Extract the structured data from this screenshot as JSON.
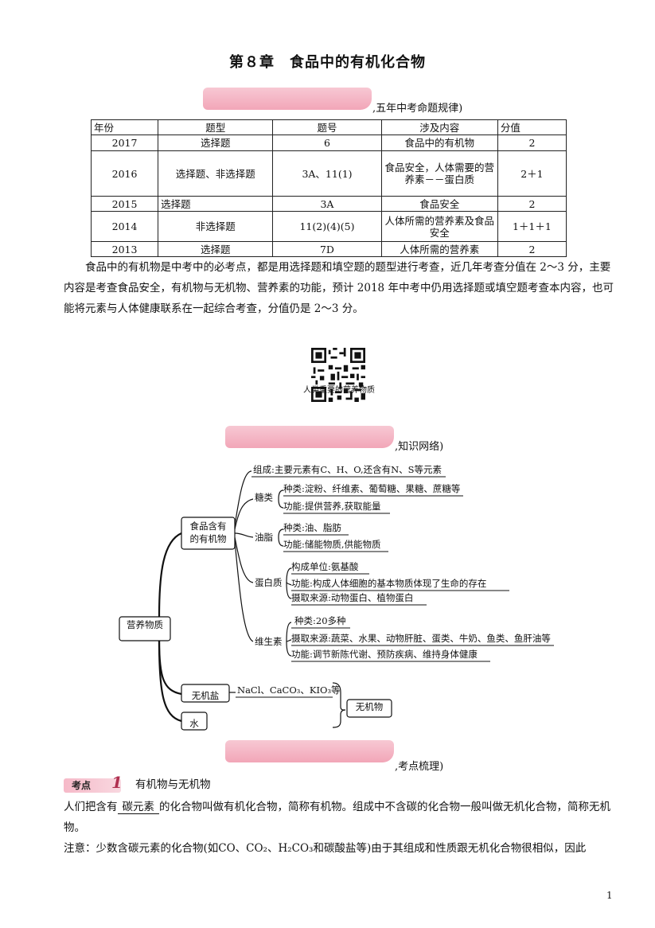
{
  "page": {
    "title": "第８章　食品中的有机化合物",
    "sections": {
      "rules": ",五年中考命题规律)",
      "network": ",知识网络)",
      "points": ",考点梳理)"
    },
    "table": {
      "headers": [
        "年份",
        "题型",
        "题号",
        "涉及内容",
        "分值"
      ],
      "rows": [
        [
          "2017",
          "选择题",
          "6",
          "食品中的有机物",
          "2"
        ],
        [
          "2016",
          "选择题、非选择题",
          "3A、11(1)",
          "食品安全，人体需要的营养素－－蛋白质",
          "2＋1"
        ],
        [
          "2015",
          "选择题",
          "3A",
          "食品安全",
          "2"
        ],
        [
          "2014",
          "非选择题",
          "11(2)(4)(5)",
          "人体所需的营养素及食品安全",
          "1＋1＋1"
        ],
        [
          "2013",
          "选择题",
          "7D",
          "人体所需的营养素",
          "2"
        ]
      ]
    },
    "intro": "食品中的有机物是中考中的必考点，都是用选择题和填空题的题型进行考查，近几年考查分值在 2～3 分，主要内容是考查食品安全，有机物与无机物、营养素的功能，预计 2018 年中考中仍用选择题或填空题考查本内容，也可能将元素与人体健康联系在一起综合考查，分值仍是 2～3 分。",
    "qr_caption": "人类重要的营养物质",
    "mindmap": {
      "root": "营养物质",
      "organic_line1": "食品含有",
      "organic_line2": "的有机物",
      "composition": "组成:主要元素有C、H、O,还含有N、S等元素",
      "sugar": "糖类",
      "sugar_kind": "种类:淀粉、纤维素、葡萄糖、果糖、蔗糖等",
      "sugar_func": "功能:提供营养,获取能量",
      "fat": "油脂",
      "fat_kind": "种类:油、脂肪",
      "fat_func": "功能:储能物质,供能物质",
      "protein": "蛋白质",
      "protein_unit": "构成单位:氨基酸",
      "protein_func": "功能:构成人体细胞的基本物质体现了生命的存在",
      "protein_src": "摄取来源:动物蛋白、植物蛋白",
      "vitamin": "维生素",
      "vitamin_kind": "种类:20多种",
      "vitamin_src": "摄取来源:蔬菜、水果、动物肝脏、蛋类、牛奶、鱼类、鱼肝油等",
      "vitamin_func": "功能:调节新陈代谢、预防疾病、维持身体健康",
      "salt": "无机盐",
      "salt_examples": "NaCl、CaCO₃、KIO₃等",
      "water": "水",
      "inorganic": "无机物"
    },
    "kaodian": {
      "badge": "考点",
      "number": "1",
      "title": "有机物与无机物",
      "p1_before": "人们把含有",
      "p1_blank": "碳元素",
      "p1_after": "的化合物叫做有机化合物，简称有机物。组成中不含碳的化合物一般叫做无机化合物，简称无机物。",
      "p2": "注意：少数含碳元素的化合物(如CO、CO₂、H₂CO₃和碳酸盐等)由于其组成和性质跟无机化合物很相似，因此"
    },
    "page_number": "1"
  }
}
